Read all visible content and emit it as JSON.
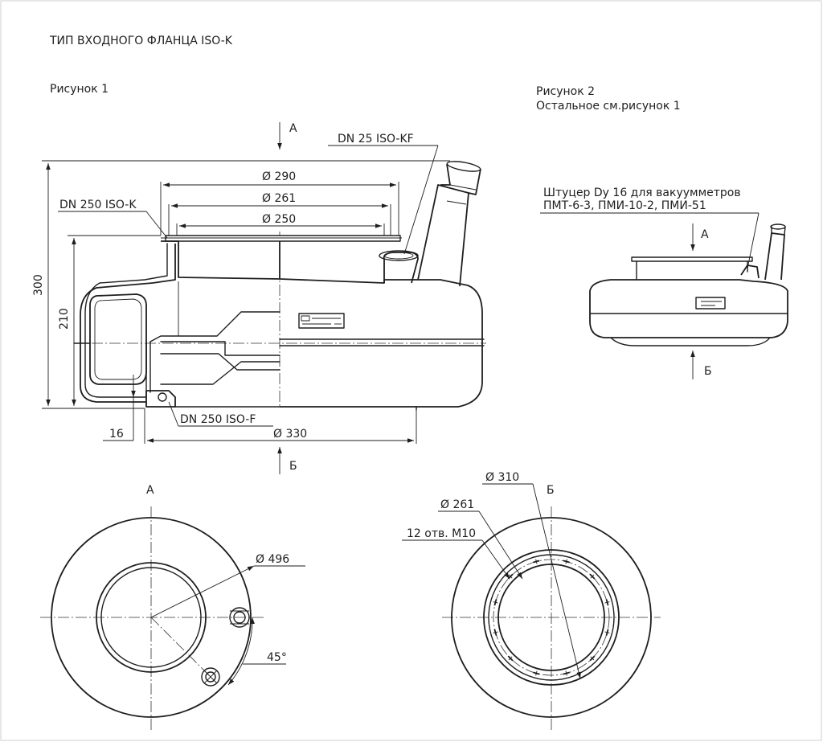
{
  "title": "ТИП ВХОДНОГО ФЛАНЦА ISO-K",
  "figure1": {
    "label": "Рисунок 1",
    "view_a_marker": "А",
    "view_b_marker": "Б",
    "dn25": "DN 25 ISO-KF",
    "dn250k": "DN 250 ISO-K",
    "dn250f": "DN 250 ISO-F",
    "d290": "Ø 290",
    "d261": "Ø 261",
    "d250": "Ø 250",
    "d330": "Ø 330",
    "h300": "300",
    "h210": "210",
    "w16": "16"
  },
  "figure2": {
    "label": "Рисунок 2",
    "note": "Остальное см.рисунок 1",
    "fitting_line1": "Штуцер Dy 16 для вакуумметров",
    "fitting_line2": "ПМТ-6-3, ПМИ-10-2, ПМИ-51",
    "view_a_marker": "А",
    "view_b_marker": "Б"
  },
  "view_a": {
    "label": "А",
    "d496": "Ø 496",
    "angle": "45°"
  },
  "view_b": {
    "label": "Б",
    "d310": "Ø 310",
    "d261": "Ø 261",
    "holes": "12 отв. М10"
  },
  "colors": {
    "line": "#1e1e1e",
    "background": "#ffffff",
    "frame": "#cfcfcf"
  }
}
